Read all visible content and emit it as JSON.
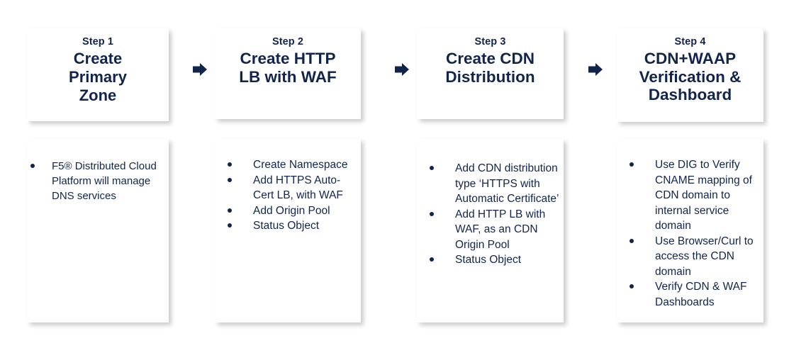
{
  "theme": {
    "navy": "#11254C",
    "card_bg": "#ffffff",
    "page_bg": "#ffffff",
    "arrow_color": "#11254C"
  },
  "diagram": {
    "type": "process-flow",
    "orientation": "horizontal",
    "step_count": 4,
    "arrow_icon": "arrow-right-icon",
    "steps": [
      {
        "eyebrow": "Step 1",
        "title_lines": [
          "Create",
          "Primary",
          "Zone"
        ],
        "title": "Create Primary Zone",
        "bullets": [
          "F5® Distributed Cloud Platform will manage DNS services"
        ]
      },
      {
        "eyebrow": "Step 2",
        "title_lines": [
          "Create HTTP",
          "LB with WAF"
        ],
        "title": "Create HTTP LB with WAF",
        "bullets": [
          "Create Namespace",
          "Add HTTPS Auto-Cert LB, with WAF",
          "Add Origin Pool",
          "Status Object"
        ]
      },
      {
        "eyebrow": "Step 3",
        "title_lines": [
          "Create CDN",
          "Distribution"
        ],
        "title": "Create CDN Distribution",
        "bullets": [
          "Add CDN distribution type ‘HTTPS with Automatic Certificate’",
          "Add HTTP LB with WAF, as an CDN Origin Pool",
          "Status Object"
        ]
      },
      {
        "eyebrow": "Step 4",
        "title_lines": [
          "CDN+WAAP",
          "Verification &",
          "Dashboard"
        ],
        "title": "CDN+WAAP Verification & Dashboard",
        "bullets": [
          "Use DIG to Verify CNAME mapping of CDN domain to internal service domain",
          "Use Browser/Curl to access the CDN domain",
          "Verify CDN & WAF Dashboards"
        ]
      }
    ]
  }
}
